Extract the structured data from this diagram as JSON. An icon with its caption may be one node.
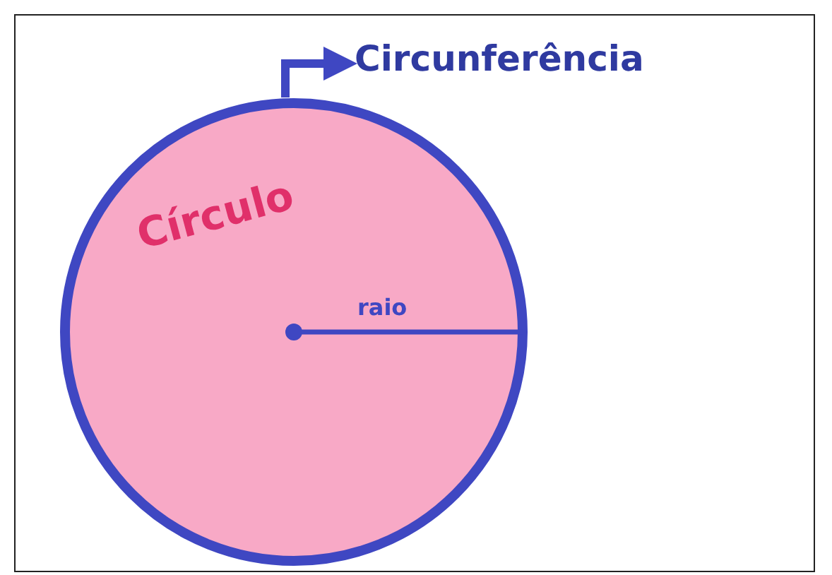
{
  "diagram": {
    "nodes": [
      {
        "text": [
          "Círculo"
        ]
      },
      {
        "text": [
          "Circunferência"
        ]
      }
    ],
    "edges": [
      {
        "from": 0,
        "to": 1,
        "arrow": "to"
      }
    ],
    "labels": [
      "raio"
    ]
  }
}
